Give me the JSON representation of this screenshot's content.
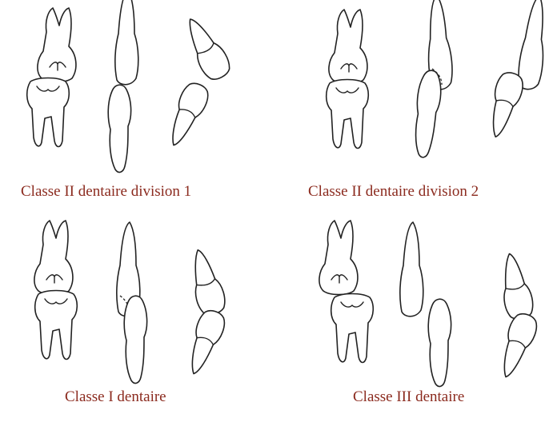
{
  "colors": {
    "caption": "#8b2a1e",
    "outline": "#222222",
    "background": "#ffffff"
  },
  "panels": [
    {
      "caption": "Classe II dentaire division 1"
    },
    {
      "caption": "Classe II dentaire division 2"
    },
    {
      "caption": "Classe I dentaire"
    },
    {
      "caption": "Classe III dentaire"
    }
  ]
}
